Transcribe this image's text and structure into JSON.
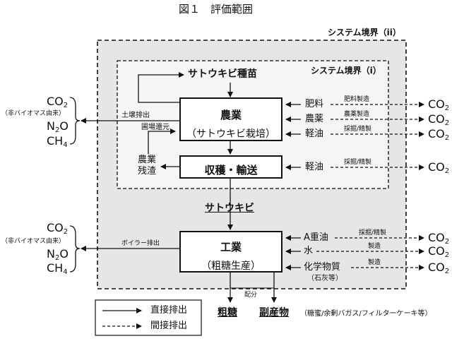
{
  "figure": {
    "title": "図１　評価範囲"
  },
  "boundaries": {
    "outer": "システム境界（ii）",
    "inner": "システム境界（i）"
  },
  "emissions": {
    "upper": {
      "co2": "CO2",
      "note": "（非バイオマス由来）",
      "n2o": "N2O",
      "ch4": "CH4"
    },
    "lower": {
      "co2": "CO2",
      "note": "（非バイオマス由来）",
      "n2o": "N2O",
      "ch4": "CH4"
    },
    "soil_label": "土壌排出",
    "boiler_label": "ボイラー排出"
  },
  "nodes": {
    "seedling": "サトウキビ種苗",
    "agriculture_title": "農業",
    "agriculture_sub": "（サトウキビ栽培）",
    "harvest": "収穫・輸送",
    "residue_line1": "農業",
    "residue_line2": "残渣",
    "field_return": "圃場還元",
    "sugarcane": "サトウキビ",
    "industry_title": "工業",
    "industry_sub": "（粗糖生産）"
  },
  "inputs": {
    "fertilizer": "肥料",
    "pesticide": "農薬",
    "diesel_farm": "軽油",
    "diesel_transport": "軽油",
    "heavy_oil": "A重油",
    "water": "水",
    "chemicals": "化学物質",
    "chemicals_note": "（石灰等）"
  },
  "processes": {
    "fertilizer": "肥料製造",
    "pesticide": "農薬製造",
    "diesel_farm": "採掘/精製",
    "diesel_transport": "採掘/精製",
    "heavy_oil": "採掘/精製",
    "water": "製造",
    "chemicals": "製造"
  },
  "right_co2": [
    "CO2",
    "CO2",
    "CO2",
    "CO2",
    "CO2",
    "CO2",
    "CO2"
  ],
  "outputs": {
    "allocation": "配分",
    "raw_sugar": "粗糖",
    "byproducts": "副産物",
    "byproducts_note": "（糖蜜/余剰バガス/フィルターケーキ等）"
  },
  "legend": {
    "direct": "直接排出",
    "indirect": "間接排出"
  },
  "colors": {
    "outer_fill": "#e6e6e6",
    "inner_fill": "#f5f5f5",
    "line": "#111111"
  }
}
